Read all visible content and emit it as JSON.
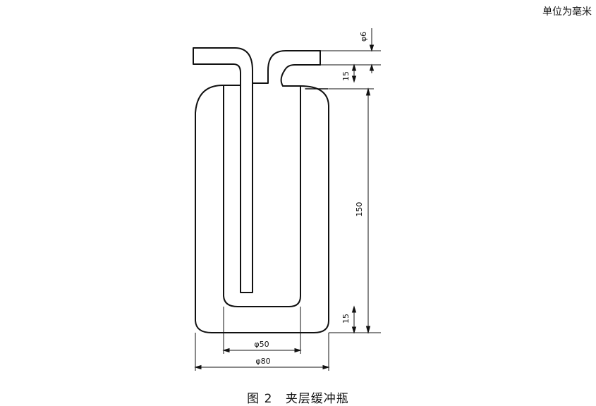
{
  "unit_note": "单位为毫米",
  "caption": {
    "figure_no": "图 2",
    "title": "夹层缓冲瓶"
  },
  "dimensions": {
    "tube_diameter": "φ6",
    "neck_height": "15",
    "body_height": "150",
    "bottom_gap": "15",
    "inner_diameter": "φ50",
    "outer_diameter": "φ80"
  },
  "colors": {
    "line": "#111111",
    "background": "#ffffff"
  }
}
